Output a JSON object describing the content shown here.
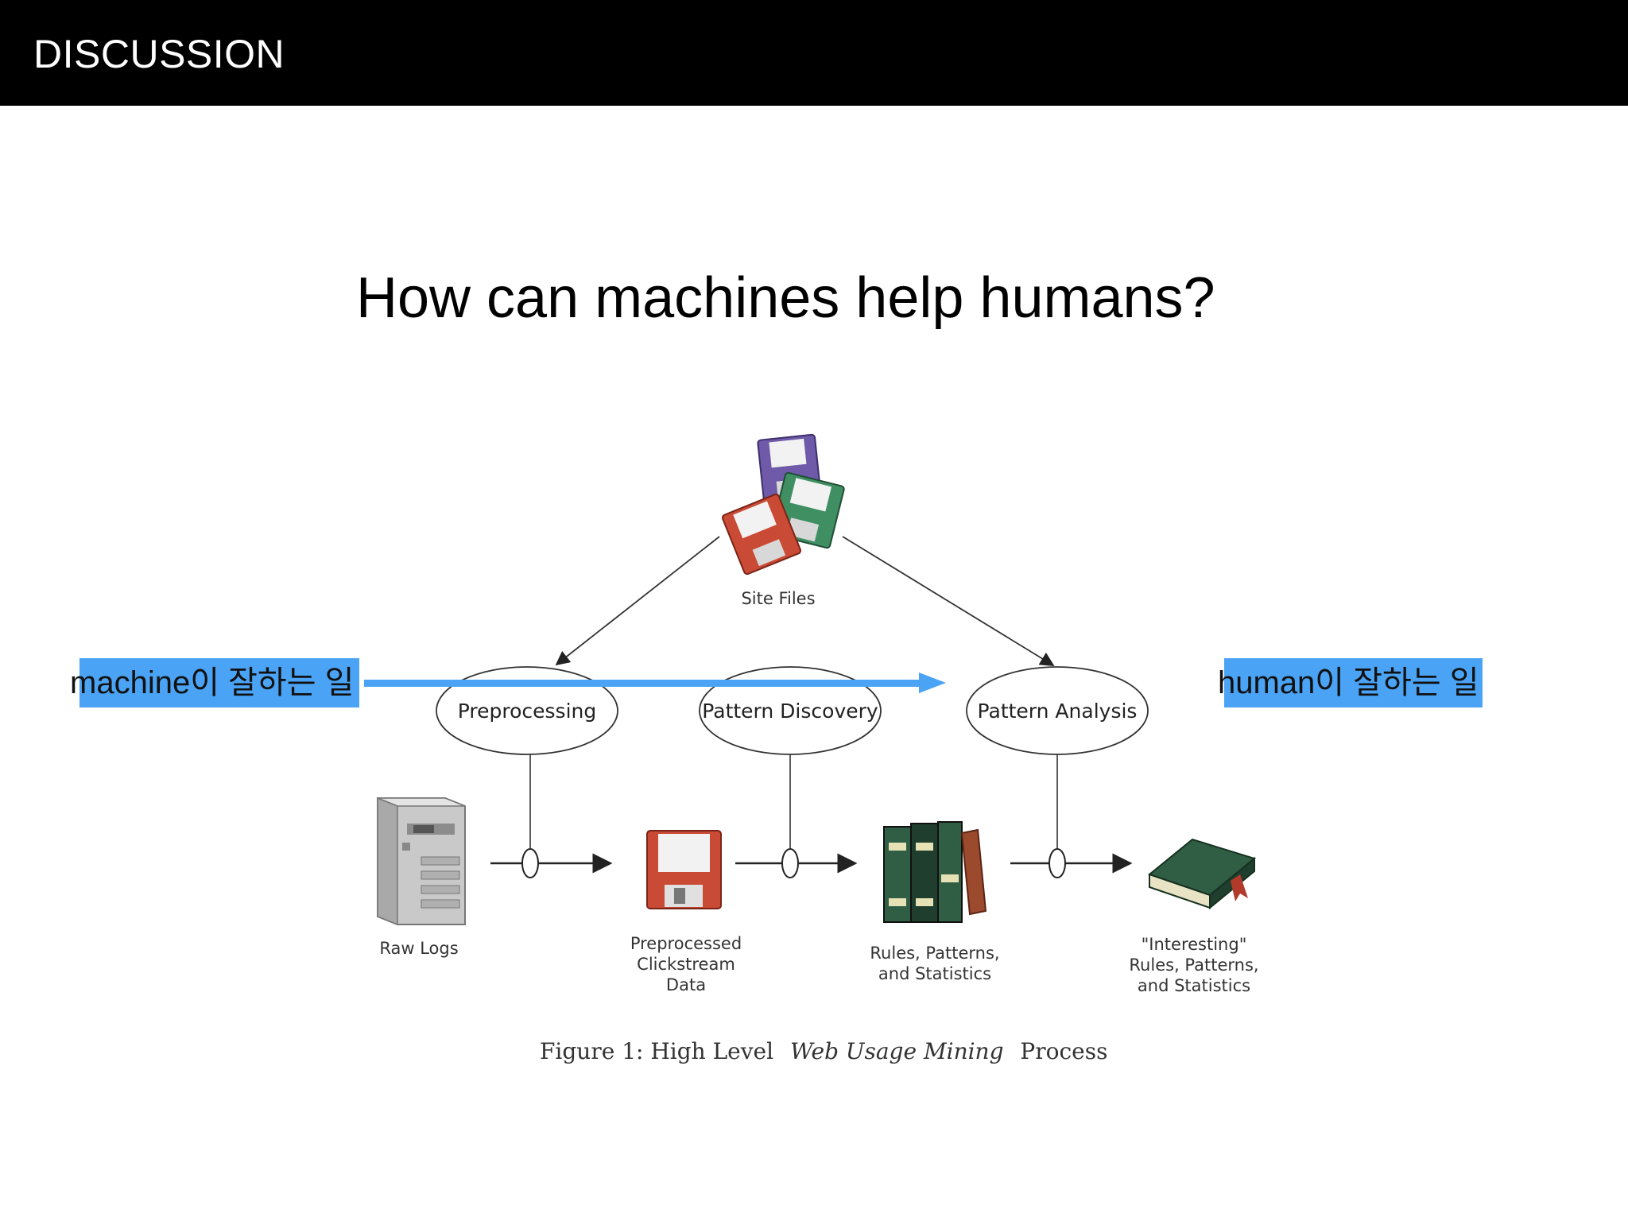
{
  "header": {
    "title": "DISCUSSION"
  },
  "main": {
    "title": "How can machines help humans?"
  },
  "diagram": {
    "site_files": "Site Files",
    "nodes": [
      "Preprocessing",
      "Pattern Discovery",
      "Pattern Analysis"
    ],
    "raw_logs": "Raw Logs",
    "preprocessed": [
      "Preprocessed",
      "Clickstream",
      "Data"
    ],
    "rules": [
      "Rules, Patterns,",
      "and Statistics"
    ],
    "interesting": [
      "\"Interesting\"",
      "Rules, Patterns,",
      "and Statistics"
    ],
    "caption_prefix": "Figure 1:  High  Level",
    "caption_italic": "Web Usage Mining",
    "caption_suffix": "Process"
  },
  "annotations": {
    "machine": "machine이 잘하는 일",
    "human": "human이 잘하는 일",
    "highlight_color": "#4aa3f5",
    "arrow_color": "#4aa3f5"
  },
  "colors": {
    "header_bg": "#000000",
    "disk_purple": "#6e5aa8",
    "disk_green": "#3f8f63",
    "disk_red": "#c94a35",
    "book_green": "#2f5e45",
    "book_brown": "#9c4a2e"
  }
}
